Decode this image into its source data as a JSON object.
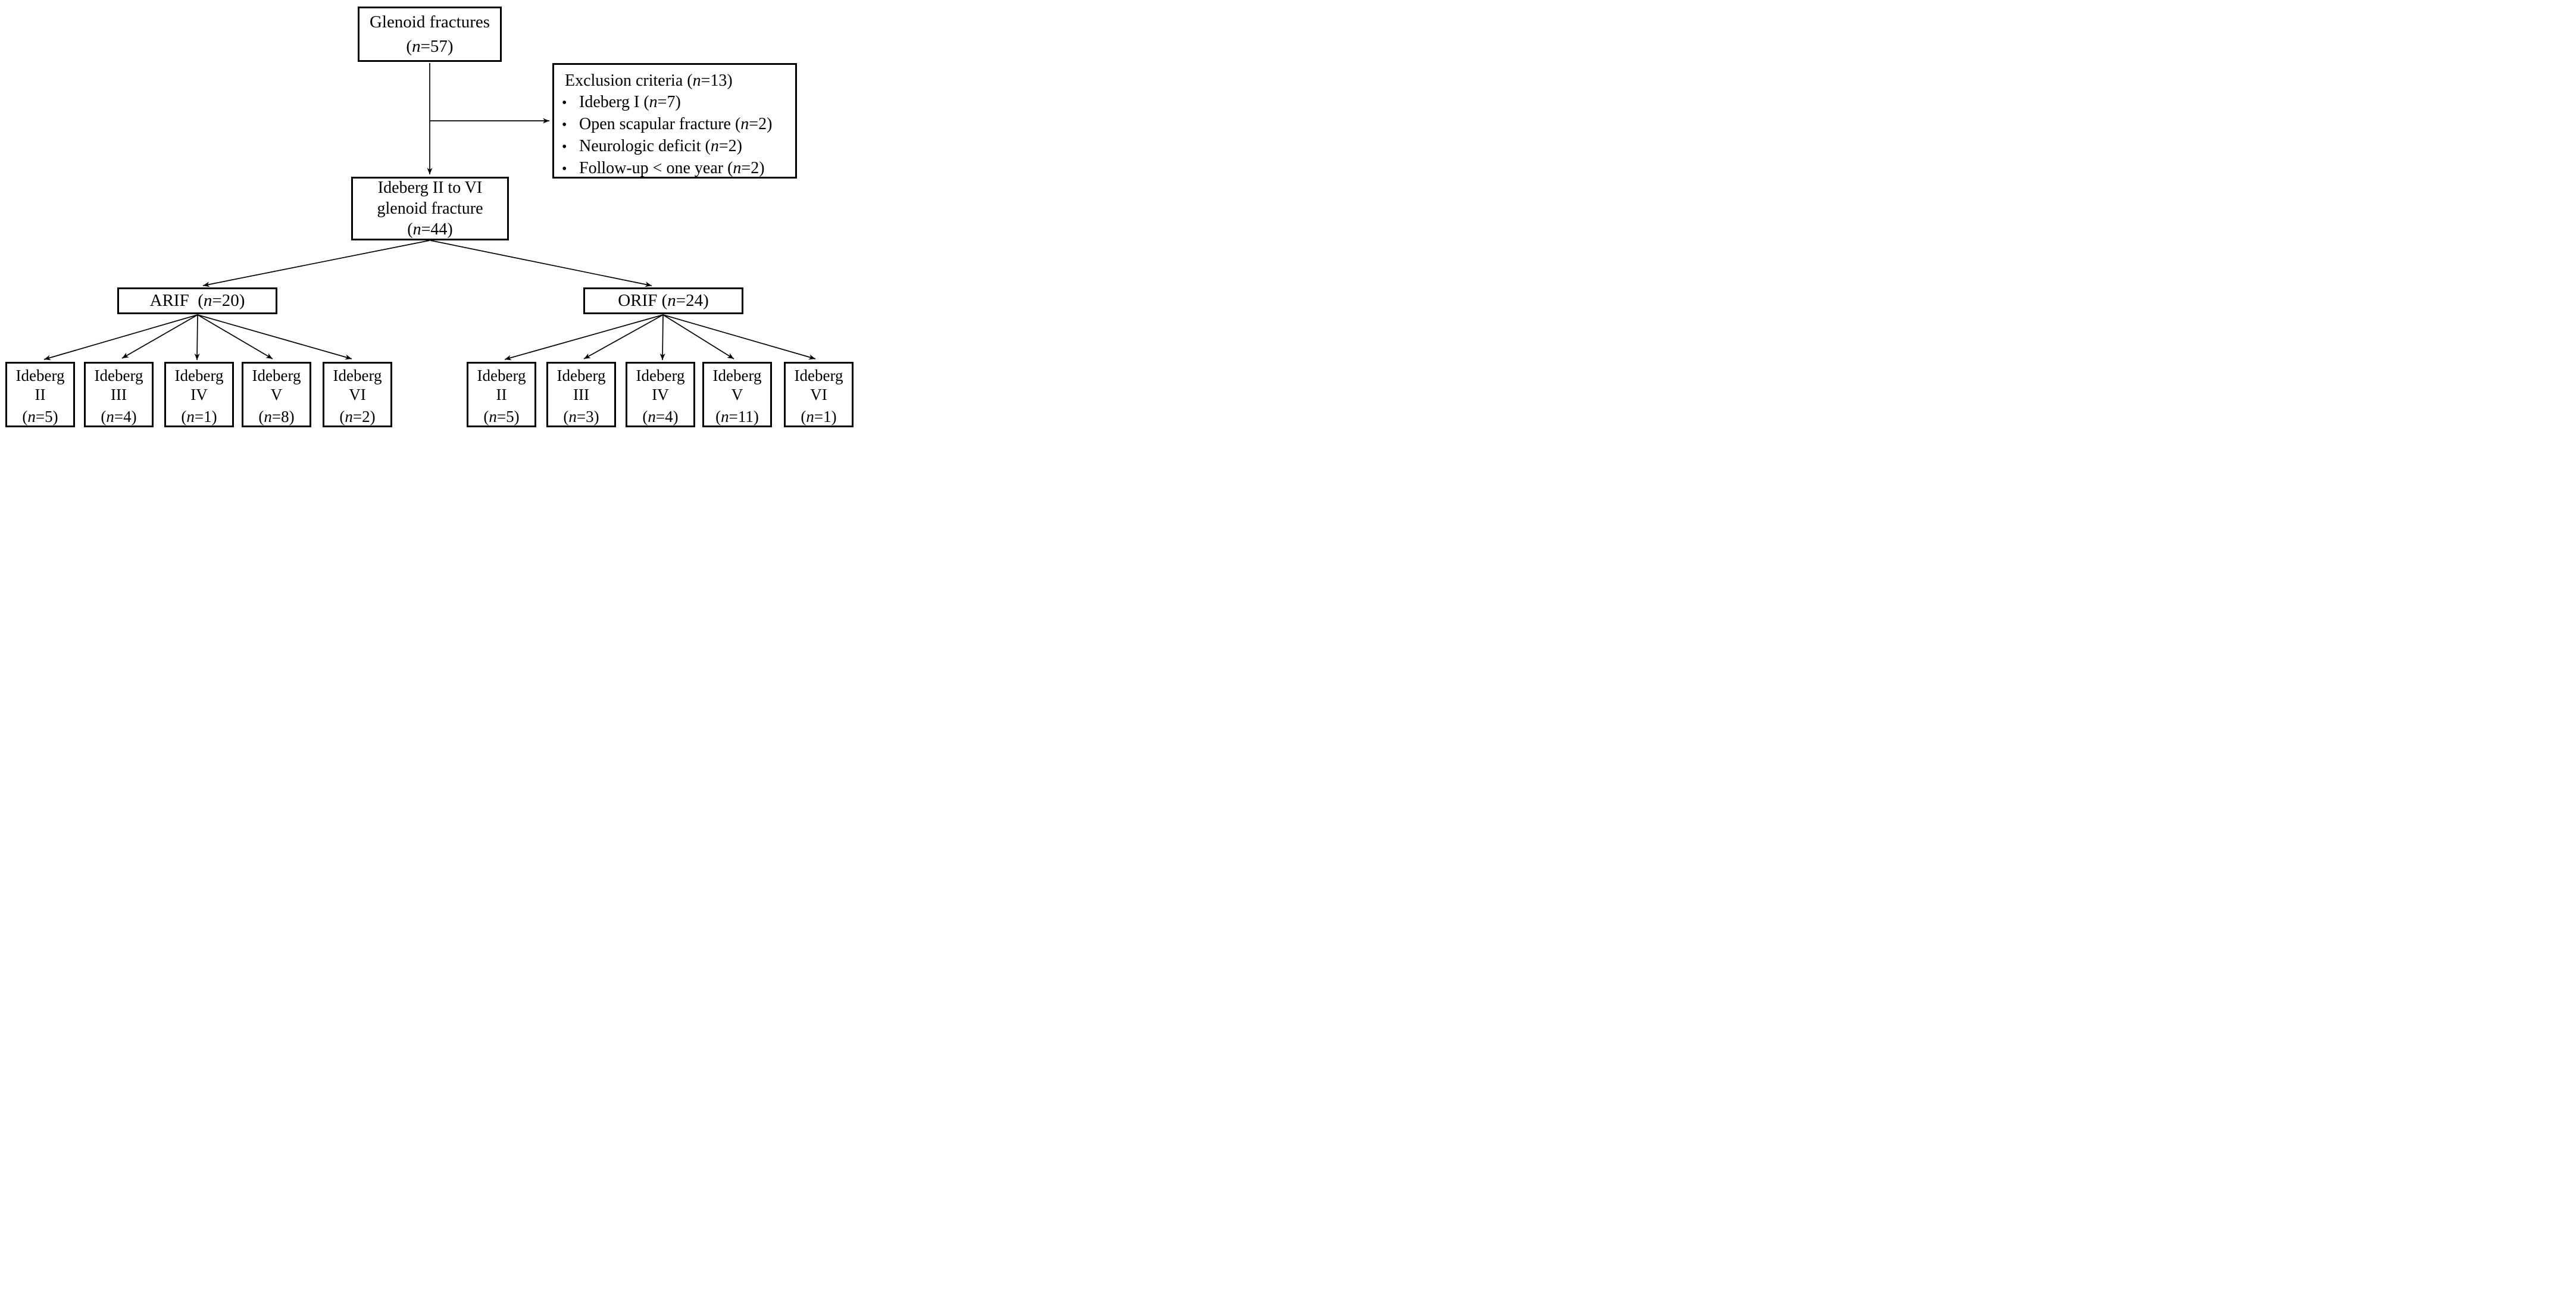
{
  "figure": {
    "background": "#ffffff",
    "line_color": "#000000",
    "bullet_glyph": "•"
  },
  "root": {
    "title": "Glenoid fractures",
    "count": "(n=57)"
  },
  "exclusion": {
    "title": "Exclusion criteria (n=13)",
    "items": [
      "Ideberg I (n=7)",
      "Open scapular fracture (n=2)",
      "Neurologic deficit (n=2)",
      "Follow-up < one year (n=2)"
    ]
  },
  "eligible": {
    "line1": "Ideberg II to VI",
    "line2": "glenoid fracture",
    "count": "(n=44)"
  },
  "arif": {
    "label": "ARIF  (n=20)"
  },
  "orif": {
    "label": "ORIF (n=24)"
  },
  "arif_children": [
    {
      "name": "Ideberg",
      "grade": "II",
      "count": "(n=5)"
    },
    {
      "name": "Ideberg",
      "grade": "III",
      "count": "(n=4)"
    },
    {
      "name": "Ideberg",
      "grade": "IV",
      "count": "(n=1)"
    },
    {
      "name": "Ideberg",
      "grade": "V",
      "count": "(n=8)"
    },
    {
      "name": "Ideberg",
      "grade": "VI",
      "count": "(n=2)"
    }
  ],
  "orif_children": [
    {
      "name": "Ideberg",
      "grade": "II",
      "count": "(n=5)"
    },
    {
      "name": "Ideberg",
      "grade": "III",
      "count": "(n=3)"
    },
    {
      "name": "Ideberg",
      "grade": "IV",
      "count": "(n=4)"
    },
    {
      "name": "Ideberg",
      "grade": "V",
      "count": "(n=11)"
    },
    {
      "name": "Ideberg",
      "grade": "VI",
      "count": "(n=1)"
    }
  ]
}
